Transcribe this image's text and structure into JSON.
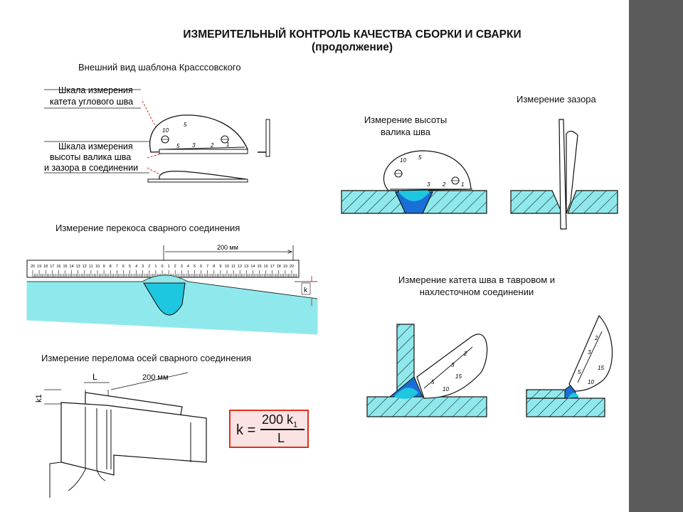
{
  "title": {
    "line1": "ИЗМЕРИТЕЛЬНЫЙ КОНТРОЛЬ КАЧЕСТВА СБОРКИ И СВАРКИ",
    "line2": "(продолжение)"
  },
  "captions": {
    "template_view": "Внешний вид шаблона Красссовского",
    "gap_measure": "Измерение зазора",
    "bead_height_l1": "Измерение высоты",
    "bead_height_l2": "валика шва",
    "skew": "Измерение перекоса сварного соединения",
    "leg_l1": "Измерение катета  шва в тавровом и",
    "leg_l2": "нахлесточном соединении",
    "break": "Измерение перелома осей сварного соединения"
  },
  "labels": {
    "fillet_scale_l1": "Шкала измерения",
    "fillet_scale_l2": "катета углового шва",
    "bead_scale_l1": "Шкала измерения",
    "bead_scale_l2": "высоты валика шва",
    "bead_scale_l3": "и зазора в соединении",
    "dim_200": "200 мм",
    "k": "k",
    "L": "L",
    "k1": "k1"
  },
  "ruler_ticks": [
    "20",
    "19",
    "18",
    "17",
    "16",
    "15",
    "14",
    "13",
    "12",
    "11",
    "10",
    "9",
    "8",
    "7",
    "6",
    "5",
    "4",
    "3",
    "2",
    "1",
    "0",
    "1",
    "2",
    "3",
    "4",
    "5",
    "6",
    "7",
    "8",
    "9",
    "10",
    "11",
    "12",
    "13",
    "14",
    "15",
    "16",
    "17",
    "18",
    "19",
    "20"
  ],
  "formula": {
    "lhs": "k",
    "eq": "=",
    "numerator": "200 k",
    "numerator_sub": "1",
    "denominator": "L"
  },
  "colors": {
    "metal": "#8fe9ec",
    "weld": "#1ec7e0",
    "weld_dark": "#1a6fd6",
    "accent": "#e0301e",
    "sidebar": "#5a5a5a"
  }
}
